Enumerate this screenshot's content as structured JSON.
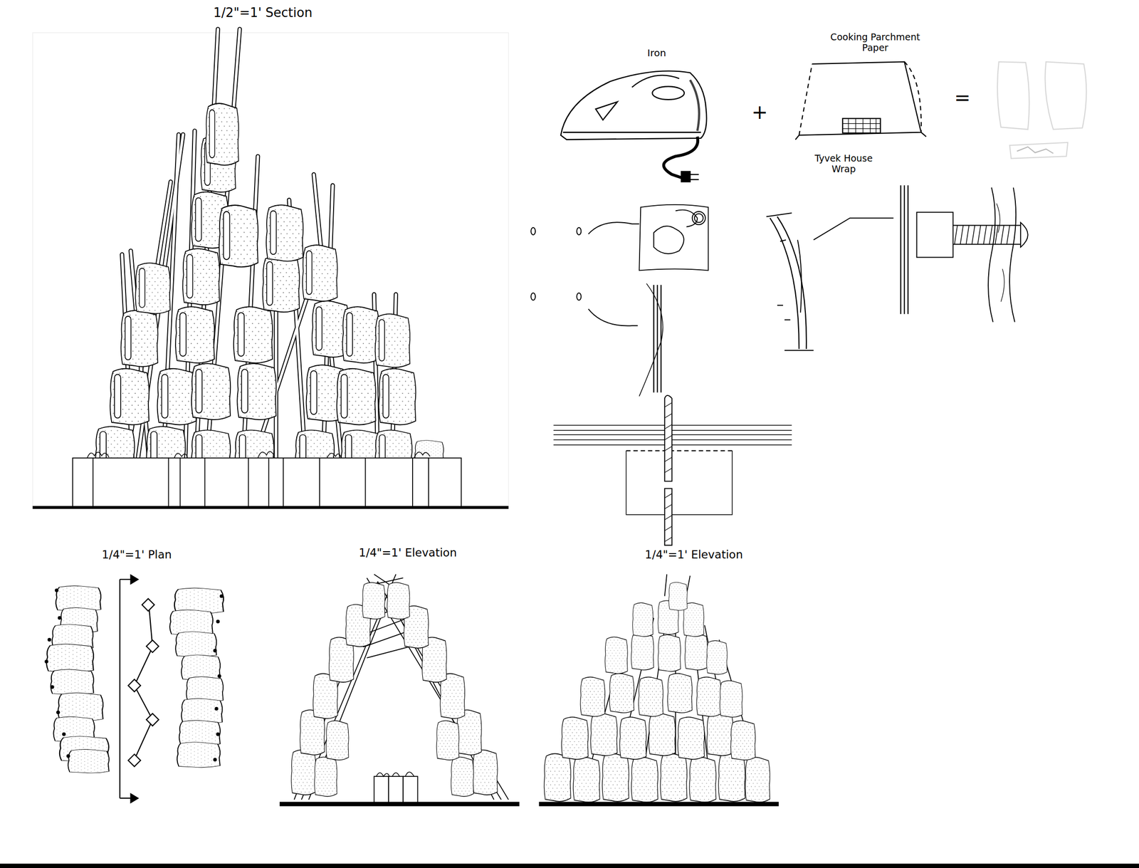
{
  "diagram": {
    "labels": [
      "1/2\"=1' Section",
      "Iron",
      "+",
      "Cooking Parchment Paper",
      "=",
      "Tyvek House Wrap",
      "1/4\"=1' Plan",
      "1/4\"=1' Elevation",
      "1/4\"=1' Elevation"
    ]
  }
}
